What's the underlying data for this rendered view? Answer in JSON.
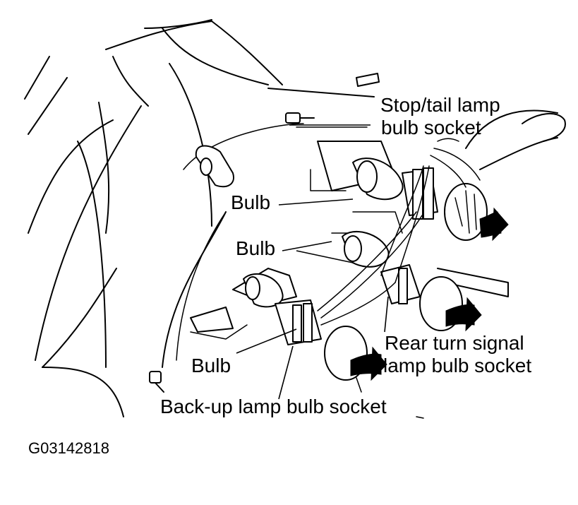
{
  "labels": {
    "stop_tail_line1": "Stop/tail lamp",
    "stop_tail_line2": "bulb socket",
    "bulb_upper": "Bulb",
    "bulb_middle": "Bulb",
    "bulb_lower": "Bulb",
    "rear_turn_line1": "Rear turn signal",
    "rear_turn_line2": "lamp bulb socket",
    "backup": "Back-up lamp bulb socket"
  },
  "figure_code": "G03142818"
}
